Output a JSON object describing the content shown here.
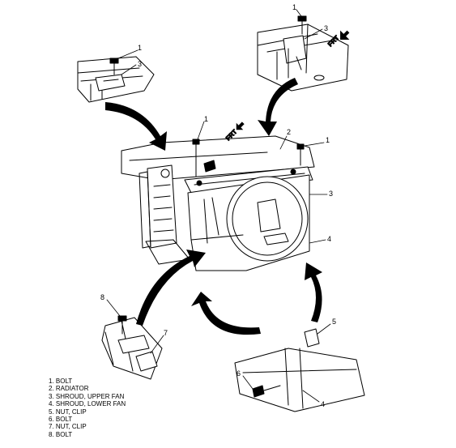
{
  "callouts": {
    "c1": "1",
    "c2": "1",
    "c3": "1",
    "c4": "1",
    "c5": "2",
    "c6": "3",
    "c7": "3",
    "c8": "3",
    "c9": "4",
    "c10": "4",
    "c11": "5",
    "c12": "6",
    "c13": "7",
    "c14": "8"
  },
  "frt": {
    "top_right": "FRT",
    "center": "FRT"
  },
  "legend": [
    "1. BOLT",
    "2. RADIATOR",
    "3. SHROUD, UPPER FAN",
    "4. SHROUD, LOWER FAN",
    "5. NUT, CLIP",
    "6. BOLT",
    "7. NUT, CLIP",
    "8. BOLT"
  ],
  "icons": [
    "bolt-icon",
    "front-direction-arrow-icon",
    "callout-arrow-icon"
  ]
}
